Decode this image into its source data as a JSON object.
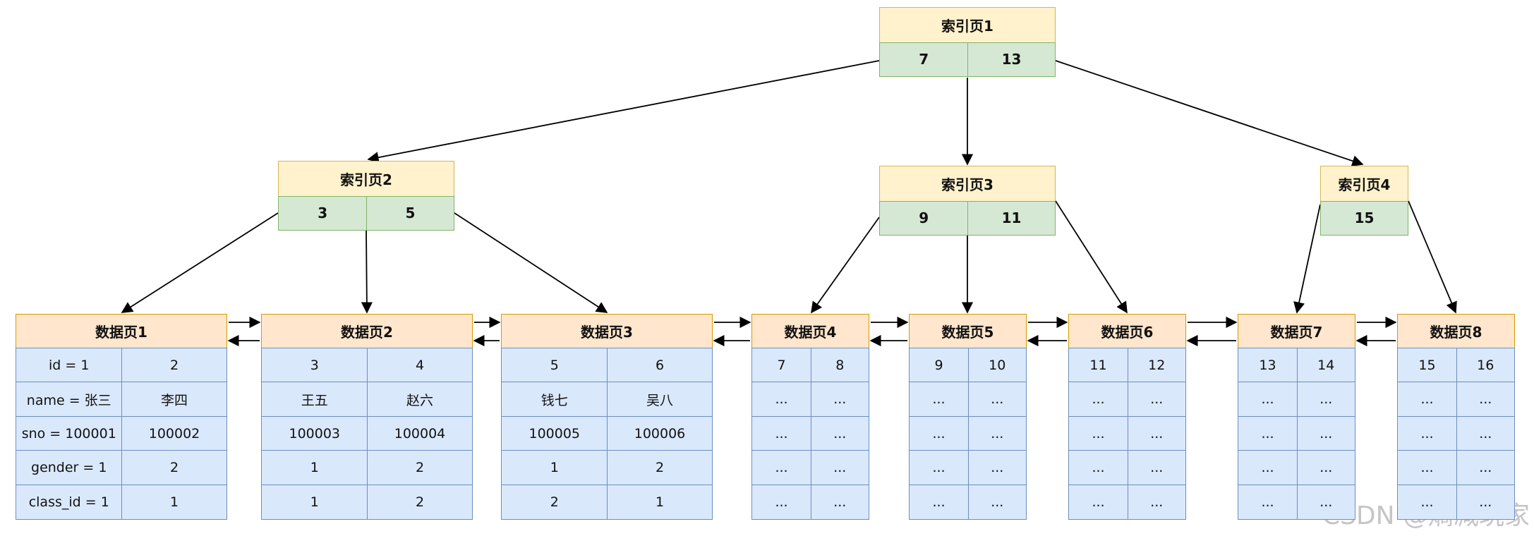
{
  "index_pages": [
    {
      "id": "idx1",
      "title": "索引页1",
      "keys": [
        "7",
        "13"
      ]
    },
    {
      "id": "idx2",
      "title": "索引页2",
      "keys": [
        "3",
        "5"
      ]
    },
    {
      "id": "idx3",
      "title": "索引页3",
      "keys": [
        "9",
        "11"
      ]
    },
    {
      "id": "idx4",
      "title": "索引页4",
      "keys": [
        "15"
      ]
    }
  ],
  "data_pages": [
    {
      "id": "dp1",
      "title": "数据页1",
      "rows": [
        [
          "id = 1",
          "2"
        ],
        [
          "name = 张三",
          "李四"
        ],
        [
          "sno = 100001",
          "100002"
        ],
        [
          "gender = 1",
          "2"
        ],
        [
          "class_id = 1",
          "1"
        ]
      ]
    },
    {
      "id": "dp2",
      "title": "数据页2",
      "rows": [
        [
          "3",
          "4"
        ],
        [
          "王五",
          "赵六"
        ],
        [
          "100003",
          "100004"
        ],
        [
          "1",
          "2"
        ],
        [
          "1",
          "2"
        ]
      ]
    },
    {
      "id": "dp3",
      "title": "数据页3",
      "rows": [
        [
          "5",
          "6"
        ],
        [
          "钱七",
          "吴八"
        ],
        [
          "100005",
          "100006"
        ],
        [
          "1",
          "2"
        ],
        [
          "2",
          "1"
        ]
      ]
    },
    {
      "id": "dp4",
      "title": "数据页4",
      "rows": [
        [
          "7",
          "8"
        ],
        [
          "...",
          "..."
        ],
        [
          "...",
          "..."
        ],
        [
          "...",
          "..."
        ],
        [
          "...",
          "..."
        ]
      ]
    },
    {
      "id": "dp5",
      "title": "数据页5",
      "rows": [
        [
          "9",
          "10"
        ],
        [
          "...",
          "..."
        ],
        [
          "...",
          "..."
        ],
        [
          "...",
          "..."
        ],
        [
          "...",
          "..."
        ]
      ]
    },
    {
      "id": "dp6",
      "title": "数据页6",
      "rows": [
        [
          "11",
          "12"
        ],
        [
          "...",
          "..."
        ],
        [
          "...",
          "..."
        ],
        [
          "...",
          "..."
        ],
        [
          "...",
          "..."
        ]
      ]
    },
    {
      "id": "dp7",
      "title": "数据页7",
      "rows": [
        [
          "13",
          "14"
        ],
        [
          "...",
          "..."
        ],
        [
          "...",
          "..."
        ],
        [
          "...",
          "..."
        ],
        [
          "...",
          "..."
        ]
      ]
    },
    {
      "id": "dp8",
      "title": "数据页8",
      "rows": [
        [
          "15",
          "16"
        ],
        [
          "...",
          "..."
        ],
        [
          "...",
          "..."
        ],
        [
          "...",
          "..."
        ],
        [
          "...",
          "..."
        ]
      ]
    }
  ],
  "watermark": "CSDN @熵减玩家",
  "colors": {
    "index_header_fill": "#fff2cc",
    "index_header_border": "#d6b656",
    "index_key_fill": "#d5e8d4",
    "index_key_border": "#82b366",
    "data_header_fill": "#ffe6cc",
    "data_header_border": "#d79b00",
    "data_cell_fill": "#dae8fc",
    "data_cell_border": "#6c8ebf",
    "edge": "#000000"
  }
}
